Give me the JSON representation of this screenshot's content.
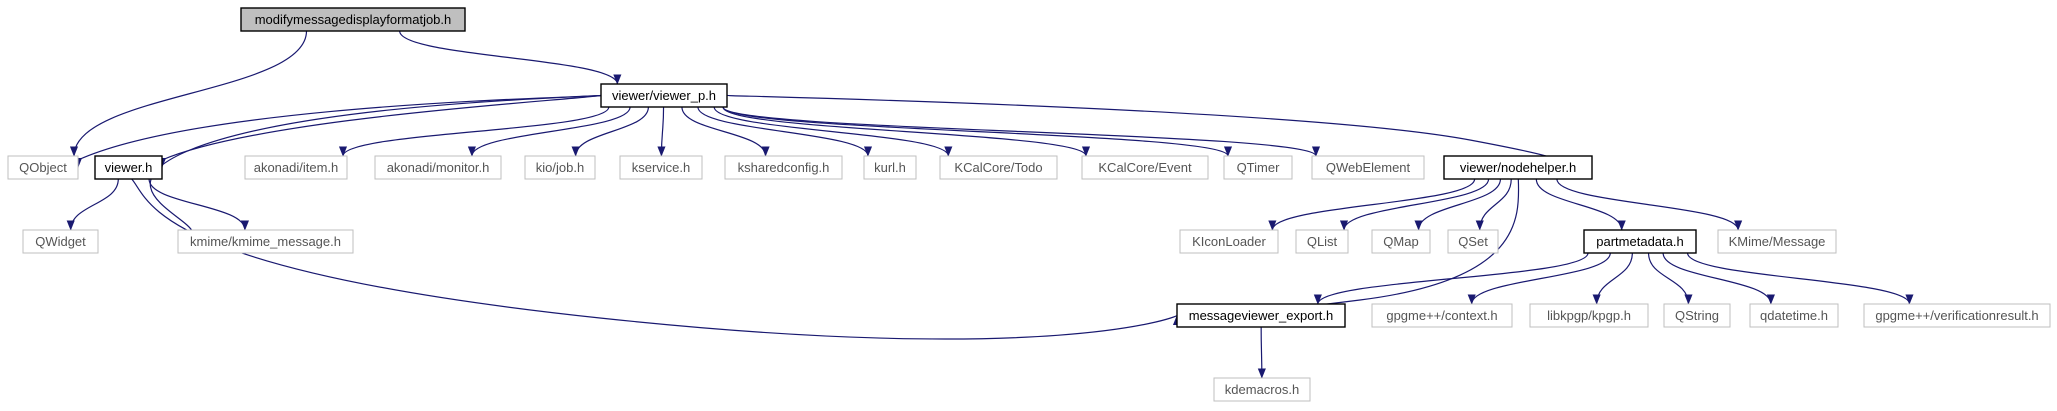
{
  "graph": {
    "colors": {
      "edge": "#191970",
      "node_border": "#000000",
      "ext_border": "#bfbfbf",
      "root_fill": "#bfbfbf",
      "node_fill": "#ffffff"
    },
    "nodes": [
      {
        "id": "root",
        "label": "modifymessagedisplayformatjob.h",
        "kind": "root"
      },
      {
        "id": "qobject",
        "label": "QObject",
        "kind": "external"
      },
      {
        "id": "viewer_p",
        "label": "viewer/viewer_p.h",
        "kind": "internal"
      },
      {
        "id": "viewer_h",
        "label": "viewer.h",
        "kind": "internal"
      },
      {
        "id": "akonadi_item",
        "label": "akonadi/item.h",
        "kind": "external"
      },
      {
        "id": "akonadi_monitor",
        "label": "akonadi/monitor.h",
        "kind": "external"
      },
      {
        "id": "kio_job",
        "label": "kio/job.h",
        "kind": "external"
      },
      {
        "id": "kservice",
        "label": "kservice.h",
        "kind": "external"
      },
      {
        "id": "ksharedconfig",
        "label": "ksharedconfig.h",
        "kind": "external"
      },
      {
        "id": "kurl",
        "label": "kurl.h",
        "kind": "external"
      },
      {
        "id": "kcal_todo",
        "label": "KCalCore/Todo",
        "kind": "external"
      },
      {
        "id": "kcal_event",
        "label": "KCalCore/Event",
        "kind": "external"
      },
      {
        "id": "qtimer",
        "label": "QTimer",
        "kind": "external"
      },
      {
        "id": "qwebelement",
        "label": "QWebElement",
        "kind": "external"
      },
      {
        "id": "nodehelper",
        "label": "viewer/nodehelper.h",
        "kind": "internal"
      },
      {
        "id": "qwidget",
        "label": "QWidget",
        "kind": "external"
      },
      {
        "id": "kmime_message",
        "label": "kmime/kmime_message.h",
        "kind": "external"
      },
      {
        "id": "kiconloader",
        "label": "KIconLoader",
        "kind": "external"
      },
      {
        "id": "qlist",
        "label": "QList",
        "kind": "external"
      },
      {
        "id": "qmap",
        "label": "QMap",
        "kind": "external"
      },
      {
        "id": "qset",
        "label": "QSet",
        "kind": "external"
      },
      {
        "id": "partmetadata",
        "label": "partmetadata.h",
        "kind": "internal"
      },
      {
        "id": "kmime_msg_cls",
        "label": "KMime/Message",
        "kind": "external"
      },
      {
        "id": "mv_export",
        "label": "messageviewer_export.h",
        "kind": "internal"
      },
      {
        "id": "gpgme_context",
        "label": "gpgme++/context.h",
        "kind": "external"
      },
      {
        "id": "libkpgp",
        "label": "libkpgp/kpgp.h",
        "kind": "external"
      },
      {
        "id": "qstring",
        "label": "QString",
        "kind": "external"
      },
      {
        "id": "qdatetime",
        "label": "qdatetime.h",
        "kind": "external"
      },
      {
        "id": "gpgme_verif",
        "label": "gpgme++/verificationresult.h",
        "kind": "external"
      },
      {
        "id": "kdemacros",
        "label": "kdemacros.h",
        "kind": "external"
      }
    ],
    "edges": [
      [
        "root",
        "qobject"
      ],
      [
        "root",
        "viewer_p"
      ],
      [
        "viewer_p",
        "qobject"
      ],
      [
        "viewer_p",
        "viewer_h"
      ],
      [
        "viewer_p",
        "kmime_message"
      ],
      [
        "viewer_p",
        "akonadi_item"
      ],
      [
        "viewer_p",
        "akonadi_monitor"
      ],
      [
        "viewer_p",
        "kio_job"
      ],
      [
        "viewer_p",
        "kservice"
      ],
      [
        "viewer_p",
        "ksharedconfig"
      ],
      [
        "viewer_p",
        "kurl"
      ],
      [
        "viewer_p",
        "kcal_todo"
      ],
      [
        "viewer_p",
        "kcal_event"
      ],
      [
        "viewer_p",
        "qtimer"
      ],
      [
        "viewer_p",
        "qwebelement"
      ],
      [
        "viewer_p",
        "nodehelper"
      ],
      [
        "viewer_h",
        "qwidget"
      ],
      [
        "viewer_h",
        "kmime_message"
      ],
      [
        "viewer_h",
        "mv_export"
      ],
      [
        "nodehelper",
        "kiconloader"
      ],
      [
        "nodehelper",
        "qlist"
      ],
      [
        "nodehelper",
        "qmap"
      ],
      [
        "nodehelper",
        "qset"
      ],
      [
        "nodehelper",
        "partmetadata"
      ],
      [
        "nodehelper",
        "kmime_msg_cls"
      ],
      [
        "nodehelper",
        "mv_export"
      ],
      [
        "partmetadata",
        "mv_export"
      ],
      [
        "partmetadata",
        "gpgme_context"
      ],
      [
        "partmetadata",
        "libkpgp"
      ],
      [
        "partmetadata",
        "qstring"
      ],
      [
        "partmetadata",
        "qdatetime"
      ],
      [
        "partmetadata",
        "gpgme_verif"
      ],
      [
        "mv_export",
        "kdemacros"
      ]
    ]
  }
}
